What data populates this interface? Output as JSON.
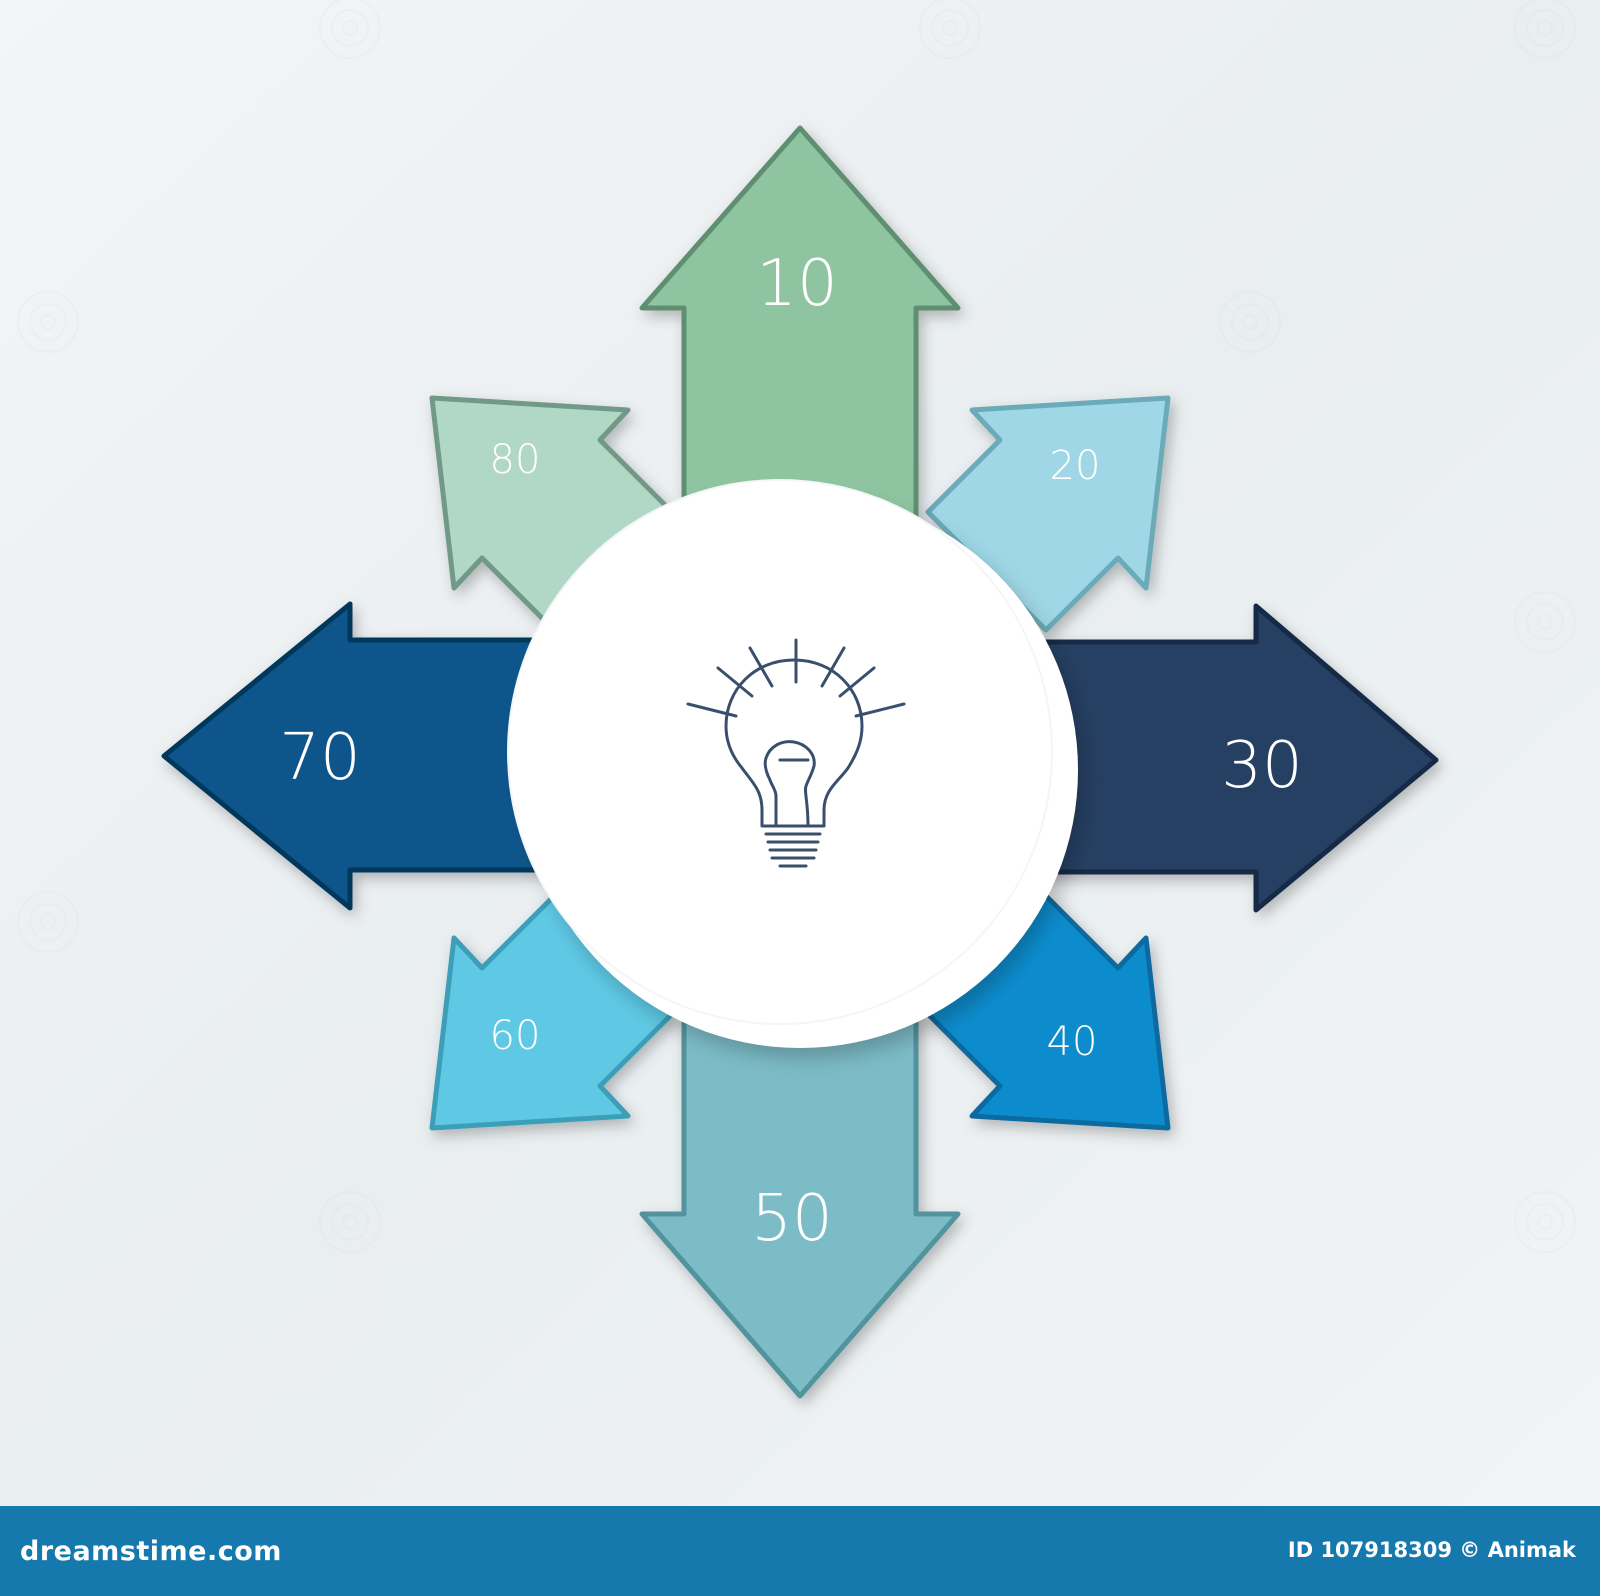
{
  "diagram": {
    "center_icon": "light-bulb-icon",
    "arrows": [
      {
        "id": "up",
        "label": "10",
        "color": "#8ec49f",
        "stroke": "#5e8f6f"
      },
      {
        "id": "up-right",
        "label": "20",
        "color": "#9fd7e6",
        "stroke": "#6aaab9"
      },
      {
        "id": "right",
        "label": "30",
        "color": "#253f64",
        "stroke": "#162a46"
      },
      {
        "id": "down-right",
        "label": "40",
        "color": "#0d8ccd",
        "stroke": "#0a6aa0"
      },
      {
        "id": "down",
        "label": "50",
        "color": "#7bbcc7",
        "stroke": "#52939e"
      },
      {
        "id": "down-left",
        "label": "60",
        "color": "#5ec9e5",
        "stroke": "#3d9eb8"
      },
      {
        "id": "left",
        "label": "70",
        "color": "#0a548a",
        "stroke": "#06375c"
      },
      {
        "id": "up-left",
        "label": "80",
        "color": "#b1d7c7",
        "stroke": "#6f9a87"
      }
    ]
  },
  "footer": {
    "brand": "dreamstime.com",
    "credit": "ID 107918309 © Animak",
    "background": "#1679ad"
  }
}
